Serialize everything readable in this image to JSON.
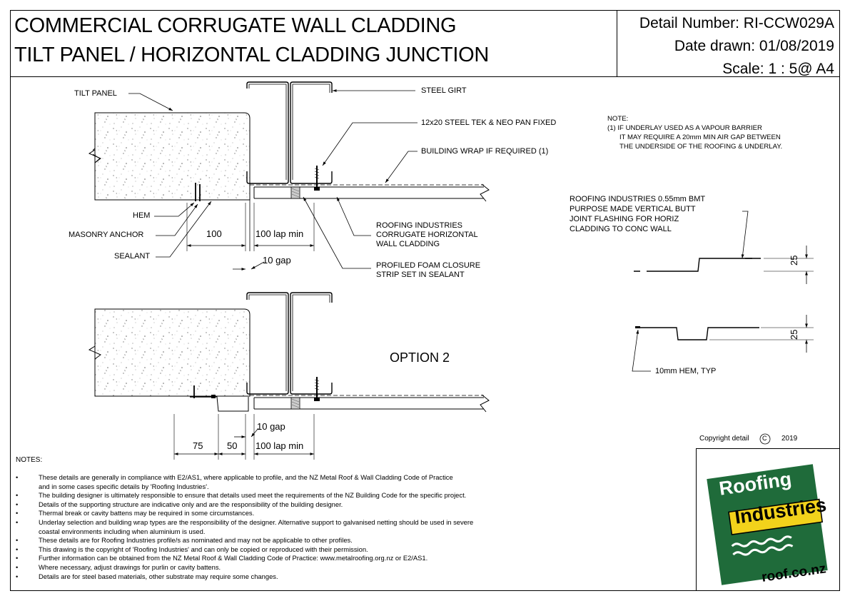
{
  "title": {
    "line1": "COMMERCIAL CORRUGATE WALL CLADDING",
    "line2": "TILT PANEL / HORIZONTAL CLADDING JUNCTION"
  },
  "header": {
    "detail_number": "Detail Number:  RI-CCW029A",
    "date_drawn": "Date drawn:  01/08/2019",
    "scale": "Scale:   1 : 5@ A4"
  },
  "labels": {
    "tilt_panel": "TILT PANEL",
    "steel_girt": "STEEL GIRT",
    "tek": "12x20 STEEL TEK & NEO PAN FIXED",
    "wrap": "BUILDING WRAP IF REQUIRED (1)",
    "hem": "HEM",
    "anchor": "MASONRY ANCHOR",
    "sealant": "SEALANT",
    "cladding_1": "ROOFING INDUSTRIES",
    "cladding_2": "CORRUGATE HORIZONTAL",
    "cladding_3": "WALL CLADDING",
    "foam_1": "PROFILED FOAM CLOSURE",
    "foam_2": "STRIP SET IN SEALANT",
    "option2": "OPTION 2",
    "flash_1": "ROOFING INDUSTRIES 0.55mm BMT",
    "flash_2": "PURPOSE MADE VERTICAL BUTT",
    "flash_3": "JOINT FLASHING FOR HORIZ",
    "flash_4": "CLADDING TO CONC WALL",
    "hem10": "10mm HEM, TYP"
  },
  "dims": {
    "d100": "100",
    "lap1": "100 lap min",
    "gap1": "10 gap",
    "d75": "75",
    "d50": "50",
    "gap2": "10 gap",
    "lap2": "100 lap min",
    "f25a": "25",
    "f25b": "25"
  },
  "note_top": {
    "heading": "NOTE:",
    "l1": "(1) IF UNDERLAY USED AS A VAPOUR BARRIER",
    "l2": "IT MAY REQUIRE A 20mm MIN AIR GAP BETWEEN",
    "l3": "THE UNDERSIDE OF THE ROOFING & UNDERLAY."
  },
  "copyright": {
    "text": "Copyright detail",
    "symbol": "C",
    "year": "2019"
  },
  "logo": {
    "word1": "Roofing",
    "word2": "Industries",
    "url": "roof.co.nz",
    "green": "#1f6b3a",
    "yellow": "#f2d21b"
  },
  "notes": {
    "heading": "NOTES:",
    "bullet": "•",
    "items": [
      "These details are generally in compliance with E2/AS1, where applicable to profile, and the NZ Metal Roof & Wall Cladding Code of Practice",
      "and in some cases specific details by 'Roofing Industries'.",
      "The building designer is ultimately responsible to ensure that details used meet the requirements of the NZ Building Code for the specific project.",
      "Details of the supporting structure are indicative only and are the responsibility of the building designer.",
      "Thermal break or cavity battens may be required in some circumstances.",
      "Underlay selection and building wrap types are the responsibility of the designer. Alternative support to galvanised netting should be used in severe",
      "coastal environments including when aluminium is used.",
      "These details are for Roofing Industries profile/s as nominated and may not be applicable to other profiles.",
      "This drawing is the copyright of 'Roofing Industries' and can only be copied or reproduced with their permission.",
      "Further information can be obtained from the NZ Metal Roof & Wall Cladding Code of Practice: www.metalroofing.org.nz or E2/AS1.",
      "Where necessary, adjust drawings for purlin or cavity battens.",
      "Details are for steel based materials, other substrate may require some changes."
    ]
  }
}
